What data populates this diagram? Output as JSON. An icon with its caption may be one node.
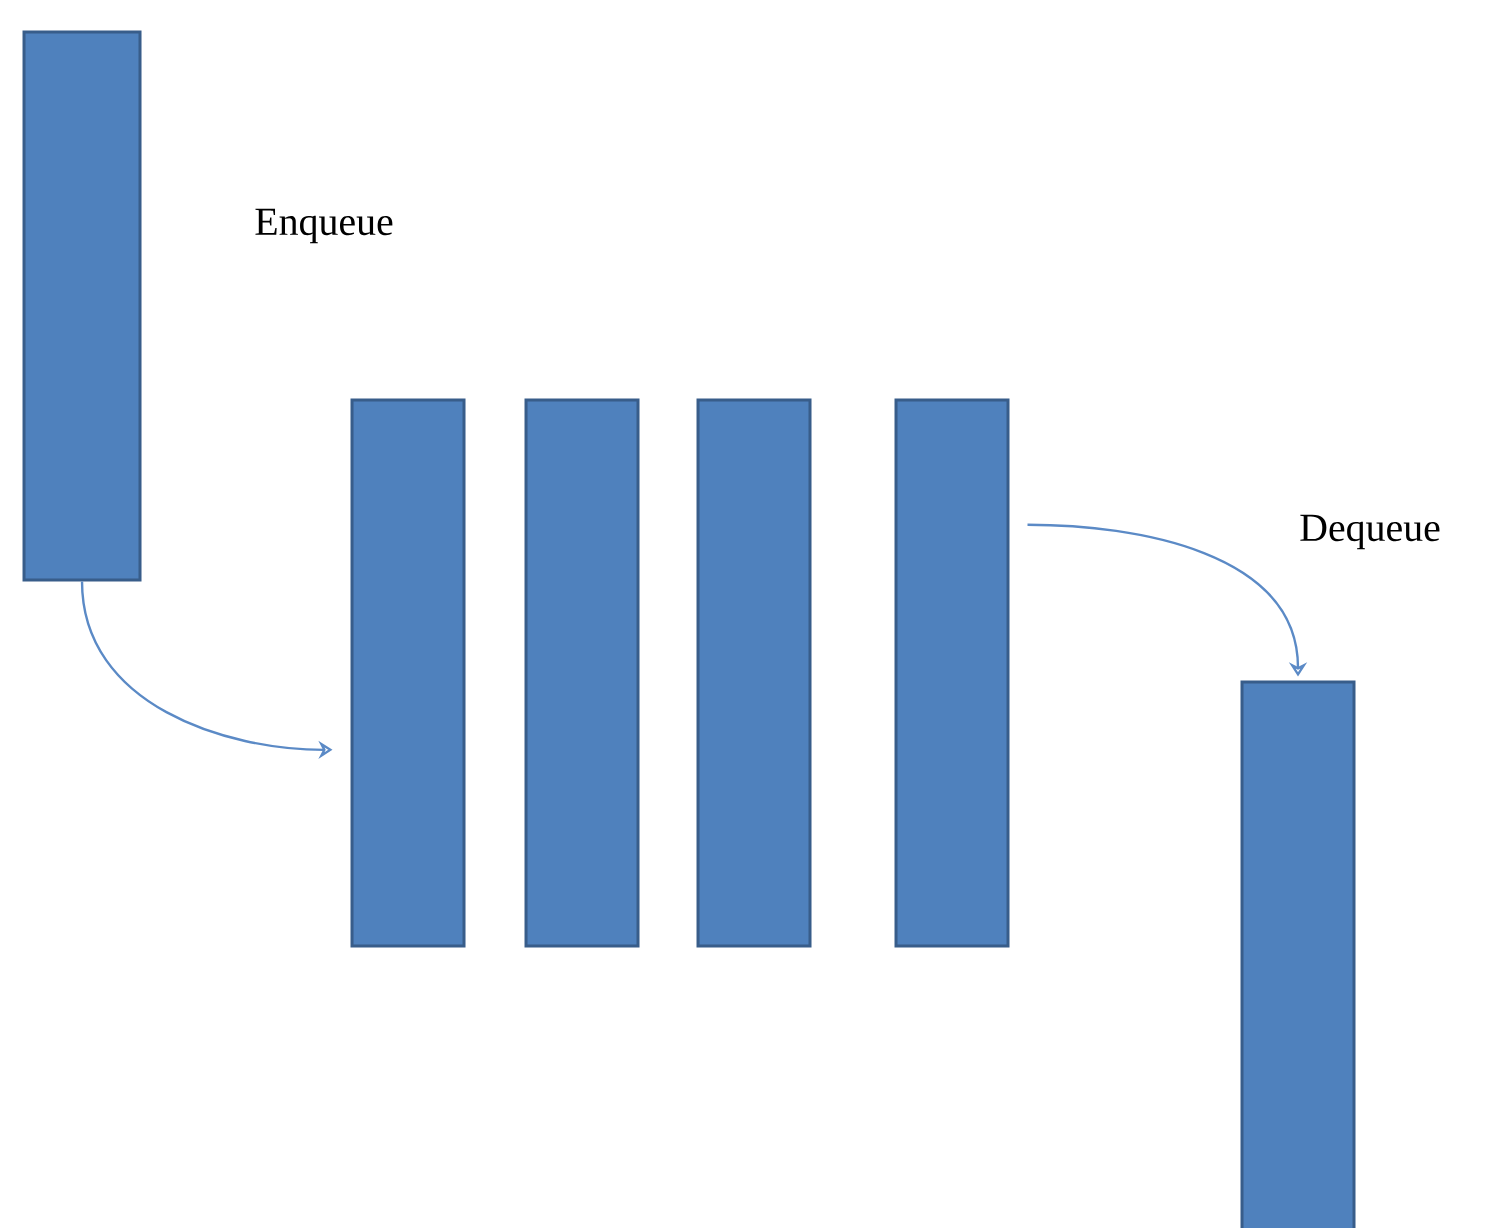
{
  "diagram": {
    "nodes": [
      {
        "text": [],
        "shape": "bar"
      },
      {
        "text": [],
        "shape": "bar"
      },
      {
        "text": [],
        "shape": "bar"
      },
      {
        "text": [],
        "shape": "bar"
      },
      {
        "text": [],
        "shape": "bar"
      },
      {
        "text": [],
        "shape": "bar"
      }
    ],
    "edges": [
      {
        "from": 0,
        "to": 1,
        "arrow": "to"
      },
      {
        "from": 4,
        "to": 5,
        "arrow": "to"
      }
    ],
    "labels": [
      "Enqueue",
      "Dequeue"
    ]
  }
}
